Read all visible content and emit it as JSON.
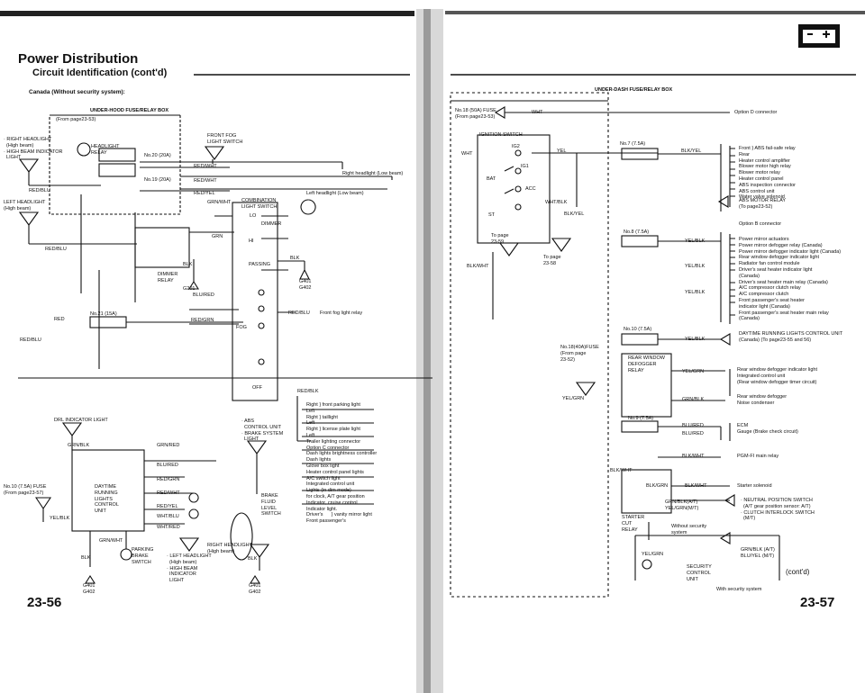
{
  "left_page": {
    "title": "Power Distribution",
    "subtitle": "Circuit Identification (cont'd)",
    "variant": "Canada (Without security system):",
    "underhood_box": "UNDER-HOOD FUSE/RELAY BOX",
    "from_page": "(From page23-53)",
    "right_headlight": "· RIGHT HEADLIGHT\n  (High beam)\n· HIGH BEAM INDICATOR\n  LIGHT",
    "headlight_relay": "HEADLIGHT\nRELAY",
    "fuse20": "No.20 (20A)",
    "fuse19": "No.19 (20A)",
    "fuse21": "No.21 (15A)",
    "front_fog_switch": "FRONT FOG\nLIGHT SWITCH",
    "right_hl_low": "Right headlight (Low beam)",
    "left_hl_low": "Left headlight (Low beam)",
    "combination_switch": "COMBINATION\nLIGHT SWITCH",
    "left_headlight": "LEFT HEADLIGHT\n(High beam)",
    "dimmer_relay": "DIMMER\nRELAY",
    "g201": "G201",
    "g401_g402": "G401\nG402",
    "lo": "LO",
    "dimmer": "DIMMER",
    "hi": "HI",
    "passing": "PASSING",
    "fog": "FOG",
    "off": "OFF",
    "front_fog_relay": "Front fog light relay",
    "drl_indicator": "DRL INDICATOR LIGHT",
    "fuse10": "No.10 (7.5A) FUSE\n(From page23-57)",
    "drl_unit": "DAYTIME\nRUNNING\nLIGHTS\nCONTROL\nUNIT",
    "abs_list": "· ABS\n  CONTROL UNIT\n· BRAKE SYSTEM\n  LIGHT",
    "brake_fluid": "BRAKE\nFLUID\nLEVEL\nSWITCH",
    "parking_brake": "PARKING\nBRAKE\nSWITCH",
    "right_hl_high": "RIGHT HEADLIGHT\n(High beam)",
    "left_hl_list": "· LEFT HEADLIGHT\n  (High beam)\n· HIGH BEAM\n  INDICATOR\n  LIGHT",
    "ground_g401": "G401\nG402",
    "load_list": "Right } front parking light\nLeft\nRight } taillight\nLeft\nRight } license plate light\nLeft\nTrailer lighting connector\nOption C connector\nDash lights brightness controller\nDash lights\nGlove box light\nHeater control panel lights\nA/C switch light\nIntegrated control unit\nLights (in dim mode)\nfor clock, A/T gear position\nIndicator, cruise control\nIndicator light.\nDriver's      } vanity mirror light\nFront passenger's",
    "page_number": "23-56"
  },
  "wire_colors": {
    "red_blu": "RED/BLU",
    "red_wht": "RED/WHT",
    "red_yel": "RED/YEL",
    "grn_wht": "GRN/WHT",
    "grn": "GRN",
    "blk": "BLK",
    "blu_red": "BLU/RED",
    "red_grn": "RED/GRN",
    "red": "RED",
    "red_blk": "RED/BLK",
    "grn_blk": "GRN/BLK",
    "grn_red": "GRN/RED",
    "yel_blk": "YEL/BLK",
    "wht_blu": "WHT/BLU",
    "wht_red": "WHT/RED",
    "wht": "WHT",
    "yel": "YEL",
    "wht_blk": "WHT/BLK",
    "blk_yel": "BLK/YEL",
    "blk_wht": "BLK/WHT",
    "yel_grn": "YEL/GRN",
    "grn_blk2": "GRN/BLK",
    "blu_red2": "BLU/RED",
    "blk_grn": "BLK/GRN",
    "yel_blk2": "YEL/BLK"
  },
  "right_page": {
    "dash_box": "UNDER-DASH FUSE/RELAY BOX",
    "fuse18": "No.18 (50A) FUSE\n(From page23-53)",
    "option_d": "Option D connector",
    "ignition_switch": "IGNITION SWITCH",
    "ig2": "IG2",
    "ig1": "IG1",
    "bat": "BAT",
    "acc": "ACC",
    "st": "ST",
    "to_page_59": "To page\n23-59",
    "to_page_58": "To page\n23-58",
    "fuse7": "No.7 (7.5A)",
    "list_fuse7": "Front } ABS fail-safe relay\nRear\nHeater control amplifier\nBlower motor high relay\nBlower motor relay\nHeater control panel\nABS inspection connector\nABS control unit\nWater valve solenoid",
    "abs_motor_relay": "ABS MOTOR RELAY\n(To page23-52)",
    "option_b": "Option B connector",
    "fuse8": "No.8 (7.5A)",
    "list_fuse8": "Power mirror actuators\nPower mirror defogger relay (Canada)\nPower mirror defogger indicator light (Canada)\nRear window defogger indicator light\nRadiator fan control module\nDriver's seat heater indicator light\n(Canada)\nDriver's seat heater main relay (Canada)\nA/C compressor clutch relay\nA/C compressor clutch\nFront passenger's seat heater\nindicator light (Canada)\nFront passenger's seat heater main relay\n(Canada)",
    "fuse10": "No.10 (7.5A)",
    "drl_unit": "DAYTIME RUNNING LIGHTS CONTROL UNIT\n(Canada) (To page23-55 and 56)",
    "fuse18b": "No.18(40A)FUSE\n(From page\n23-52)",
    "rear_defogger_relay": "REAR WINDOW\nDEFOGGER\nRELAY",
    "list_defog": "Rear window defogger indicator light\nIntegrated control unit\n(Rear window defogger timer circuit)",
    "rear_defogger": "Rear window defogger\nNoise condenser",
    "fuse9": "No.9 (7.5A)",
    "ecm": "ECM\nGauge (Brake check circuit)",
    "pgm_fi": "PGM-FI main relay",
    "starter_solenoid": "Starter solenoid",
    "neutral_switch": "· NEUTRAL POSITION SWITCH\n  (A/T gear position sensor: A/T)\n· CLUTCH INTERLOCK SWITCH\n  (M/T)",
    "starter_cut": "STARTER\nCUT\nRELAY",
    "without_security": "Without security\nsystem",
    "grn_blk_at": "GRN/BLK(A/T)\nYEL/GRN(M/T)",
    "grn_blk_at2": "GRN/BLK (A/T)\nBLU/YEL (M/T)",
    "security_unit": "SECURITY\nCONTROL\nUNIT",
    "with_security": "With security system",
    "contd": "(cont'd)",
    "page_number": "23-57"
  }
}
